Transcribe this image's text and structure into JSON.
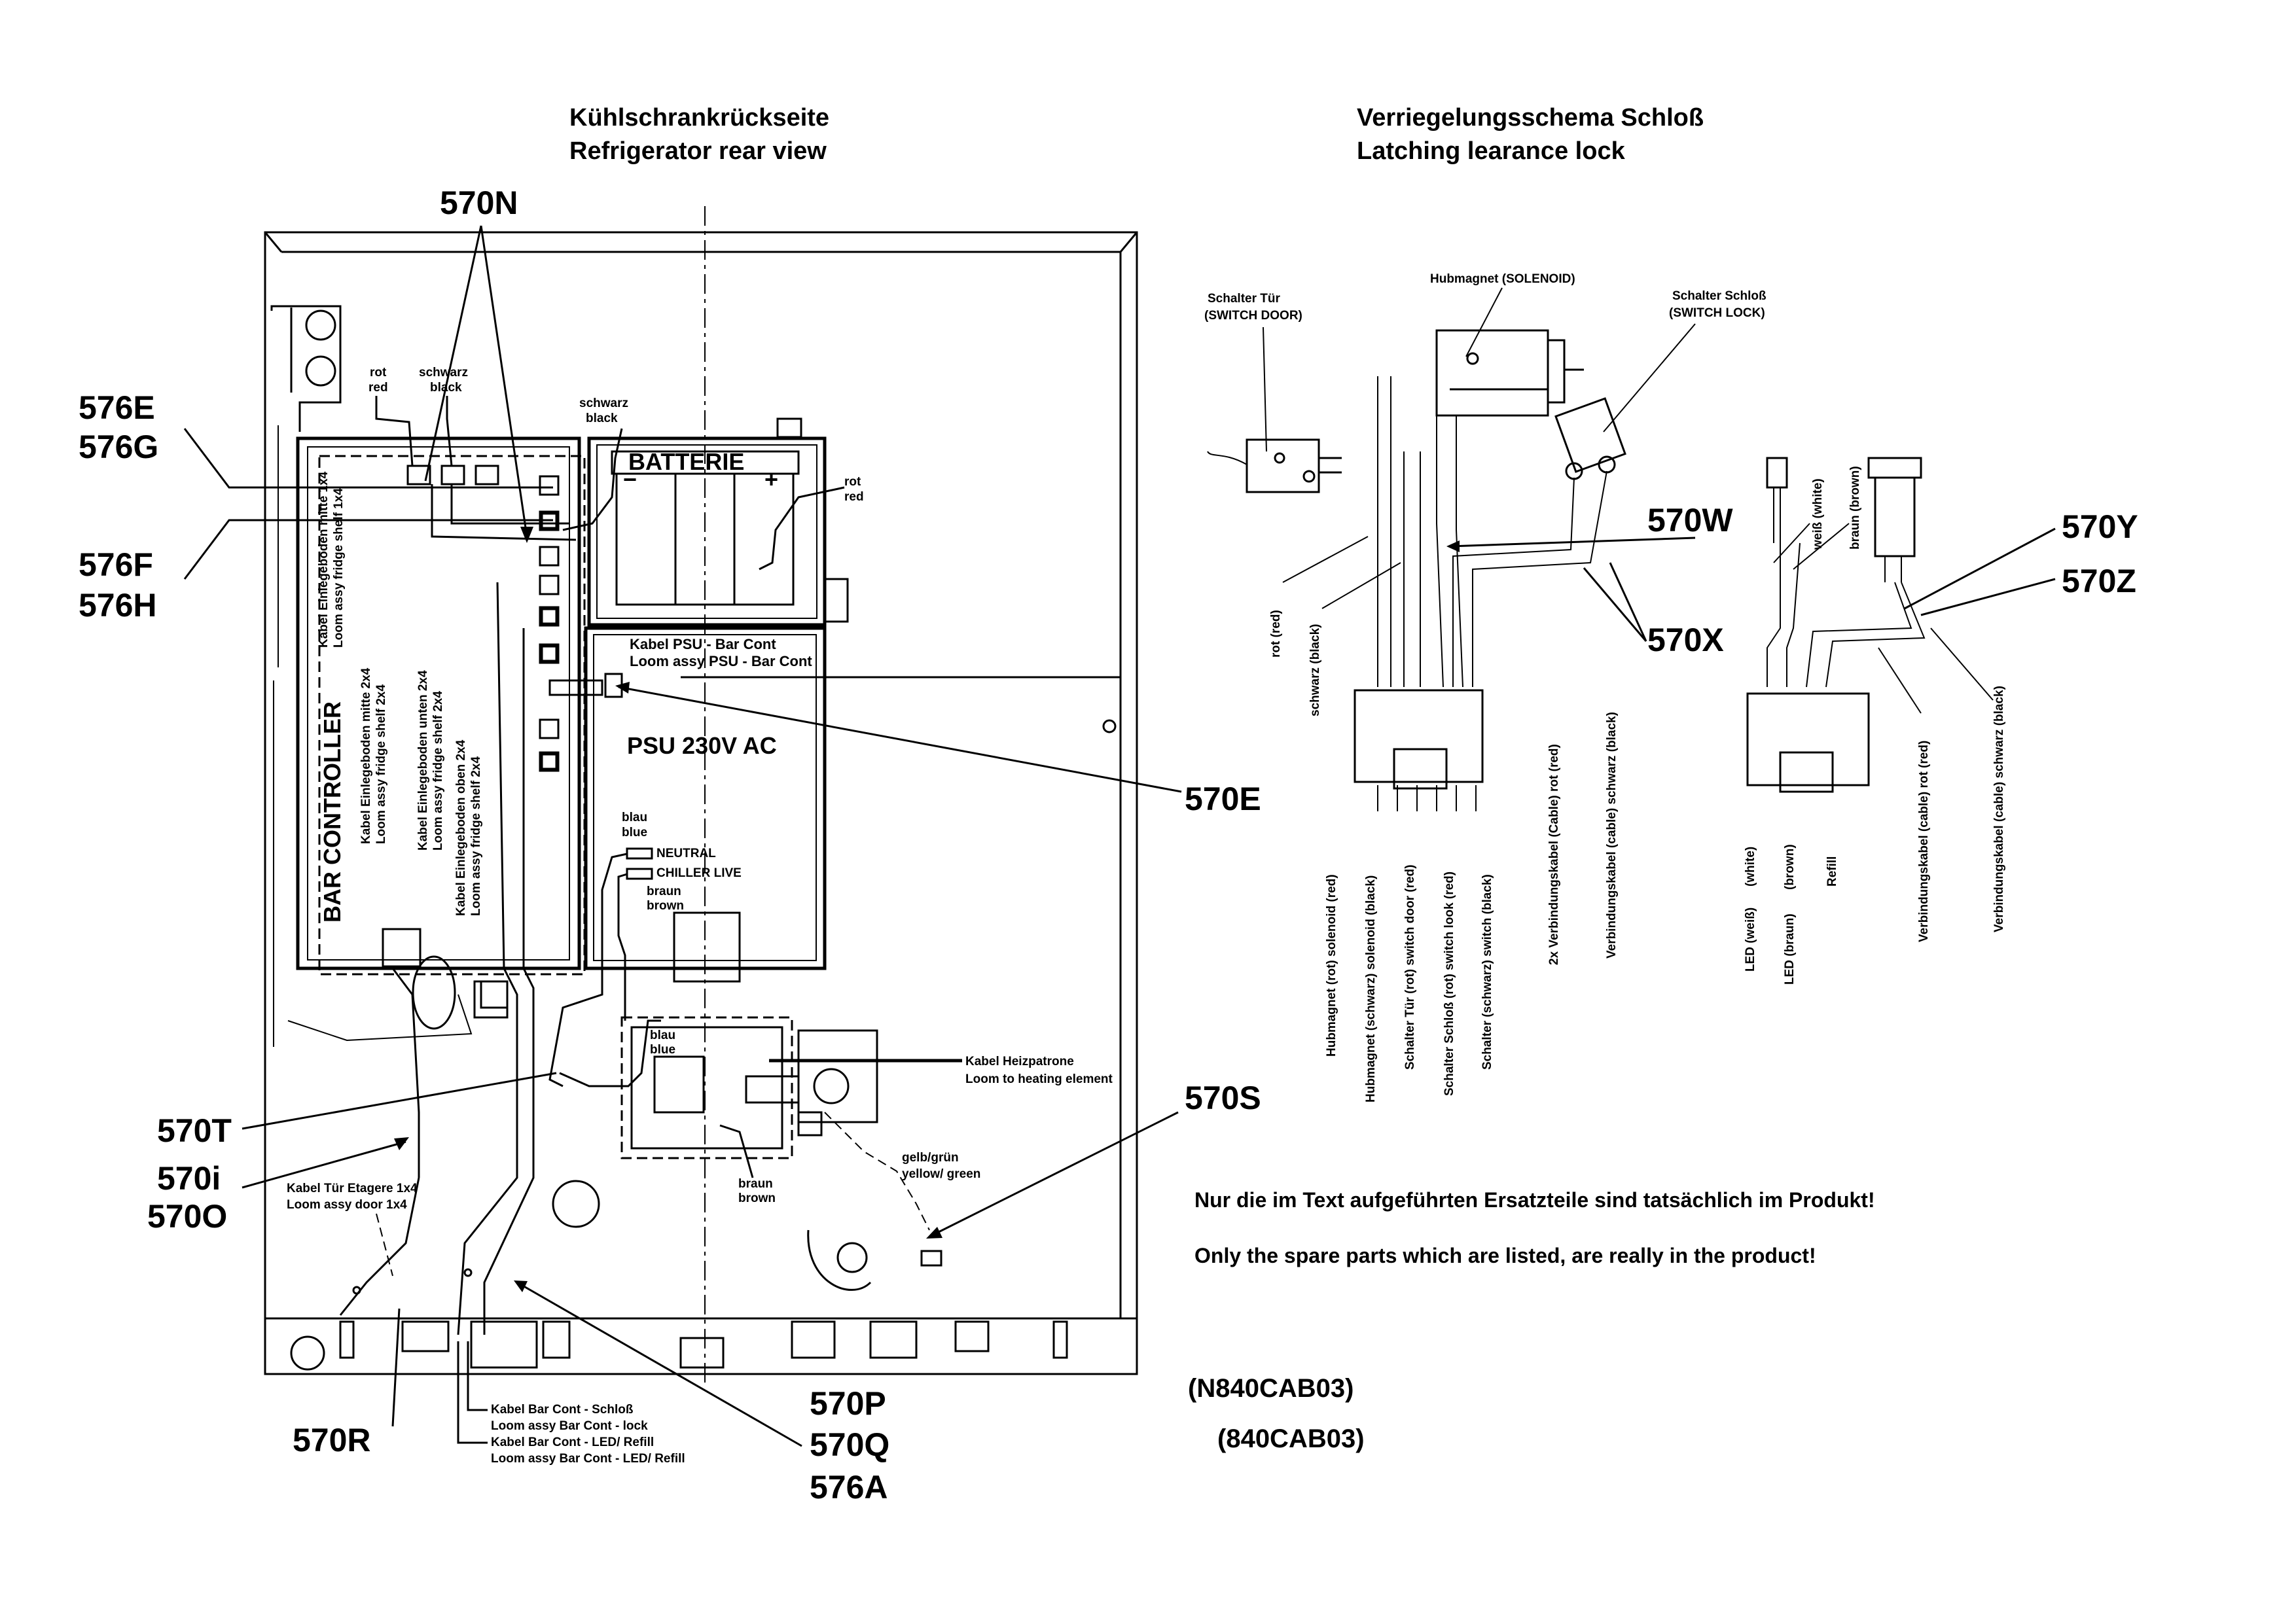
{
  "titles": {
    "rear_de": "Kühlschrankrückseite",
    "rear_en": "Refrigerator rear view",
    "lock_de": "Verriegelungsschema Schloß",
    "lock_en": "Latching learance lock"
  },
  "callouts": {
    "c570N": "570N",
    "c576E": "576E",
    "c576G": "576G",
    "c576F": "576F",
    "c576H": "576H",
    "c570E": "570E",
    "c570T": "570T",
    "c570i": "570i",
    "c570O": "570O",
    "c570R": "570R",
    "c570S": "570S",
    "c570P": "570P",
    "c570Q": "570Q",
    "c576A": "576A",
    "c570W": "570W",
    "c570X": "570X",
    "c570Y": "570Y",
    "c570Z": "570Z"
  },
  "rear": {
    "rot": "rot",
    "red": "red",
    "schwarz": "schwarz",
    "black": "black",
    "schwarz2": "schwarz",
    "black2": "black",
    "rot2": "rot",
    "red2": "red",
    "batterie": "BATTERIE",
    "minus": "−",
    "plus": "+",
    "bar_controller": "BAR CONTROLLER",
    "shelf_mid_1x4_de": "Kabel Einlegeboden mitte 1x4",
    "shelf_mid_1x4_en": "Loom assy fridge shelf 1x4",
    "shelf_mid_2x4_de": "Kabel Einlegeboden mitte 2x4",
    "shelf_mid_2x4_en": "Loom assy fridge shelf 2x4",
    "shelf_bottom_de": "Kabel Einlegeboden unten 2x4",
    "shelf_bottom_en": "Loom assy fridge shelf 2x4",
    "shelf_top_de": "Kabel Einlegeboden oben 2x4",
    "shelf_top_en": "Loom assy fridge shelf 2x4",
    "psu_cable_de": "Kabel PSU - Bar Cont",
    "psu_cable_en": "Loom assy PSU - Bar Cont",
    "psu": "PSU 230V AC",
    "blau": "blau",
    "blue": "blue",
    "neutral": "NEUTRAL",
    "chiller_live": "CHILLER LIVE",
    "braun": "braun",
    "brown": "brown",
    "blau2": "blau",
    "blue2": "blue",
    "heater_de": "Kabel Heizpatrone",
    "heater_en": "Loom to heating element",
    "braun2": "braun",
    "brown2": "brown",
    "gelb": "gelb/grün",
    "yellow": "yellow/ green",
    "door_de": "Kabel Tür Etagere 1x4",
    "door_en": "Loom assy door 1x4",
    "lock_cable_de": "Kabel Bar Cont - Schloß",
    "lock_cable_en": "Loom assy Bar Cont - lock",
    "led_cable_de": "Kabel Bar Cont - LED/ Refill",
    "led_cable_en": "Loom assy Bar Cont - LED/ Refill"
  },
  "lock": {
    "switch_door_de": "Schalter Tür",
    "switch_door_en": "(SWITCH DOOR)",
    "solenoid": "Hubmagnet (SOLENOID)",
    "switch_lock_de": "Schalter Schloß",
    "switch_lock_en": "(SWITCH LOCK)",
    "rot_red": "rot (red)",
    "schwarz_black": "schwarz (black)",
    "w1": "Hubmagnet (rot) solenoid (red)",
    "w2": "Hubmagnet (schwarz) solenoid (black)",
    "w3": "Schalter Tür (rot) switch door (red)",
    "w4": "Schalter Schloß (rot) switch look (red)",
    "w5": "Schalter (schwarz) switch (black)",
    "w6": "2x Verbindungskabel (Cable) rot (red)",
    "w7": "Verbindungskabel (cable) schwarz (black)",
    "led_white": "weiß (white)",
    "led_brown": "braun (brown)",
    "led1": "LED (weiß)",
    "led1b": "(white)",
    "led2": "LED (braun)",
    "led2b": "(brown)",
    "refill": "Refill",
    "cable_red": "Verbindungskabel (cable) rot (red)",
    "cable_black": "Verbindungskabel (cable) schwarz (black)"
  },
  "notes": {
    "de": "Nur die im Text aufgeführten Ersatzteile sind tatsächlich im Produkt!",
    "en": "Only the spare parts which are listed, are really in the product!"
  },
  "codes": {
    "model1": "(N840CAB03)",
    "model2": "(840CAB03)"
  }
}
